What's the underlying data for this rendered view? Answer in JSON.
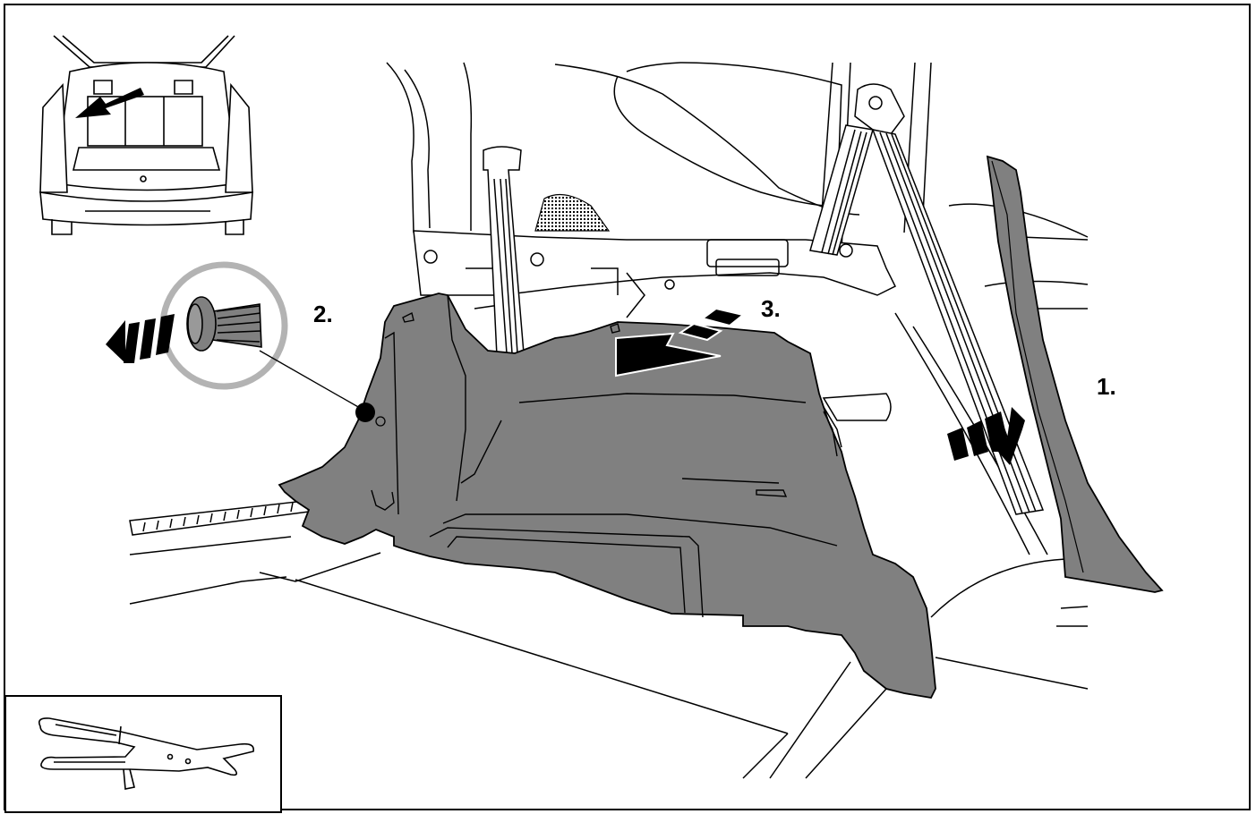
{
  "steps": [
    {
      "label": "1."
    },
    {
      "label": "2."
    },
    {
      "label": "3."
    }
  ],
  "colors": {
    "panel": "#808080",
    "line": "#000000",
    "background": "#ffffff",
    "zoom_circle": "#b3b3b3"
  },
  "icons": {
    "vehicle_thumbnail": "suv-rear-open-tailgate",
    "tool_inset": "trim-panel-removal-tool",
    "fastener": "push-rivet-clip"
  }
}
